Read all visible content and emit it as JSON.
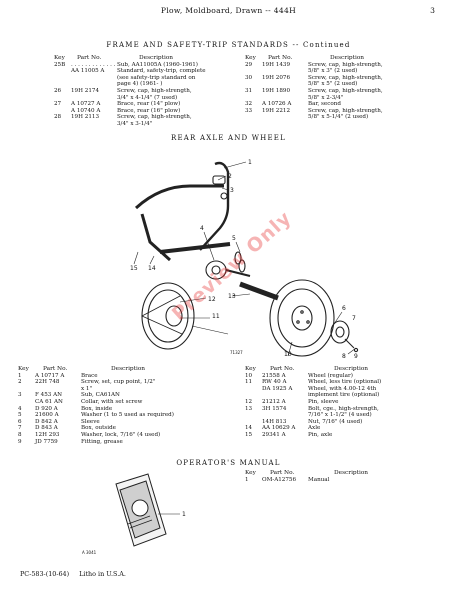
{
  "header": {
    "title": "Plow, Moldboard, Drawn -- 444H",
    "page_number": "3"
  },
  "frame_section": {
    "title": "FRAME AND SAFETY-TRIP STANDARDS -- Continued",
    "headers": {
      "key": "Key",
      "part_no": "Part No.",
      "description": "Description"
    },
    "left_rows": [
      {
        "key": "25B",
        "part": ". . . . . . . . . . . . .",
        "desc": "Sub, AA11005A (1960-1961)"
      },
      {
        "key": "",
        "part": "AA 11005 A",
        "desc": "Standard, safety-trip, complete"
      },
      {
        "key": "",
        "part": "",
        "desc": "(see safety-trip standard on"
      },
      {
        "key": "",
        "part": "",
        "desc": "page 4) (1961- )"
      },
      {
        "key": "26",
        "part": "19H  2174",
        "desc": "Screw, cap, high-strength,"
      },
      {
        "key": "",
        "part": "",
        "desc": "3/4\" x 4-1/4\" (7 used)"
      },
      {
        "key": "27",
        "part": "A   10727 A",
        "desc": "Brace, rear (14\" plow)"
      },
      {
        "key": "",
        "part": "A   10740 A",
        "desc": "Brace, rear (16\" plow)"
      },
      {
        "key": "28",
        "part": "19H  2113",
        "desc": "Screw, cap, high-strength,"
      },
      {
        "key": "",
        "part": "",
        "desc": "3/4\" x 3-1/4\""
      }
    ],
    "right_rows": [
      {
        "key": "29",
        "part": "19H  1439",
        "desc": "Screw, cap, high-strength,"
      },
      {
        "key": "",
        "part": "",
        "desc": "5/8\" x 3\" (2 used)"
      },
      {
        "key": "30",
        "part": "19H  2076",
        "desc": "Screw, cap, high-strength,"
      },
      {
        "key": "",
        "part": "",
        "desc": "5/8\" x 5\" (2 used)"
      },
      {
        "key": "31",
        "part": "19H  1890",
        "desc": "Screw, cap, high-strength,"
      },
      {
        "key": "",
        "part": "",
        "desc": "5/8\" x 2-3/4\""
      },
      {
        "key": "32",
        "part": "A   10726 A",
        "desc": "Bar, second"
      },
      {
        "key": "33",
        "part": "19H  2212",
        "desc": "Screw, cap, high-strength,"
      },
      {
        "key": "",
        "part": "",
        "desc": "5/8\" x 5-1/4\" (2 used)"
      }
    ]
  },
  "rear_axle_section": {
    "title": "REAR AXLE AND WHEEL",
    "figure_code": "71327",
    "callouts": [
      "1",
      "2",
      "3",
      "4",
      "5",
      "6",
      "7",
      "8",
      "9",
      "10",
      "11",
      "12",
      "13",
      "14",
      "15"
    ],
    "headers": {
      "key": "Key",
      "part_no": "Part No.",
      "description": "Description"
    },
    "left_rows": [
      {
        "key": "1",
        "part": "A   10717 A",
        "desc": "Brace"
      },
      {
        "key": "2",
        "part": "22H   748",
        "desc": "Screw, set, cup point, 1/2\""
      },
      {
        "key": "",
        "part": "",
        "desc": "x 1\""
      },
      {
        "key": "3",
        "part": "F     453 AN",
        "desc": "Sub, CA61AN"
      },
      {
        "key": "",
        "part": "CA       61 AN",
        "desc": "Collar, with set screw"
      },
      {
        "key": "4",
        "part": "D     920 A",
        "desc": "Box, inside"
      },
      {
        "key": "5",
        "part": "21600 A",
        "desc": "Washer (1 to 5 used as required)"
      },
      {
        "key": "6",
        "part": "D     842 A",
        "desc": "Sleeve"
      },
      {
        "key": "7",
        "part": "D     843 A",
        "desc": "Box, outside"
      },
      {
        "key": "8",
        "part": "12H    293",
        "desc": "Washer, lock, 7/16\" (4 used)"
      },
      {
        "key": "9",
        "part": "JD    7759",
        "desc": "Fitting, grease"
      }
    ],
    "right_rows": [
      {
        "key": "10",
        "part": "21558 A",
        "desc": "Wheel (regular)"
      },
      {
        "key": "11",
        "part": "RW     40 A",
        "desc": "Wheel, less tire (optional)"
      },
      {
        "key": "",
        "part": "DA   1925 A",
        "desc": "Wheel, with 4.00-12 4th"
      },
      {
        "key": "",
        "part": "",
        "desc": "implement tire (optional)"
      },
      {
        "key": "12",
        "part": "21212 A",
        "desc": "Pin, sleeve"
      },
      {
        "key": "13",
        "part": "3H   1574",
        "desc": "Bolt, cge., high-strength,"
      },
      {
        "key": "",
        "part": "",
        "desc": "7/16\" x 1-1/2\" (4 used)"
      },
      {
        "key": "",
        "part": "14H   813",
        "desc": "Nut, 7/16\" (4 used)"
      },
      {
        "key": "14",
        "part": "AA 10629 A",
        "desc": "Axle"
      },
      {
        "key": "15",
        "part": "29341 A",
        "desc": "Pin, axle"
      }
    ]
  },
  "manual_section": {
    "title": "OPERATOR'S MANUAL",
    "figure_code": "A 3041",
    "callout": "1",
    "headers": {
      "key": "Key",
      "part_no": "Part No.",
      "description": "Description"
    },
    "rows": [
      {
        "key": "1",
        "part": "OM-A12756",
        "desc": "Manual"
      }
    ]
  },
  "watermark": "Preview Only",
  "footer": {
    "code": "PC-583-(10-64)",
    "printer": "Litho in U.S.A."
  }
}
